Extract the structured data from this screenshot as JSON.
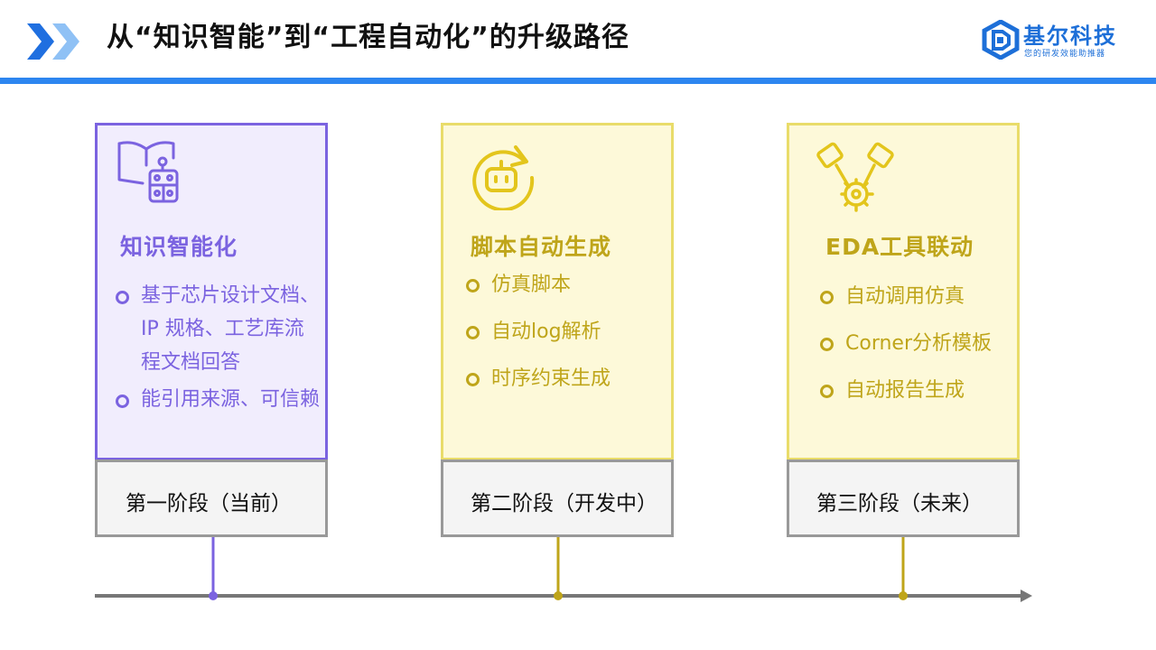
{
  "header": {
    "title": "从“知识智能”到“工程自动化”的升级路径",
    "chevron_icon": "double-chevron-right-icon"
  },
  "logo": {
    "name": "基尔科技",
    "tagline": "您的研发效能助推器",
    "icon": "hexagon-d-logo-icon"
  },
  "colors": {
    "accent_blue": "#2d86f0",
    "stage1_purple": "#7b63e0",
    "stage_gold": "#bfa51a",
    "stage1_bg": "#f1edfd",
    "stage_future_bg": "#fdf9d9",
    "timeline_gray": "#777777"
  },
  "stages": [
    {
      "icon": "book-robot-icon",
      "heading": "知识智能化",
      "items": [
        "基于芯片设计文档、IP 规格、工艺库流程文档回答",
        "能引用来源、可信赖"
      ],
      "label": "第一阶段（当前）"
    },
    {
      "icon": "robot-refresh-icon",
      "heading": "脚本自动生成",
      "items": [
        "仿真脚本",
        "自动log解析",
        "时序约束生成"
      ],
      "label": "第二阶段（开发中）"
    },
    {
      "icon": "gear-tools-icon",
      "heading": "EDA工具联动",
      "items": [
        "自动调用仿真",
        "Corner分析模板",
        "自动报告生成"
      ],
      "label": "第三阶段（未来）"
    }
  ]
}
